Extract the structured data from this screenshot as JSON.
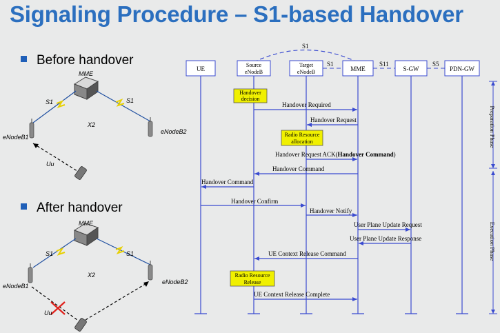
{
  "title": "Signaling Procedure – S1-based Handover",
  "before": {
    "bullet": "Before handover",
    "mme": "MME",
    "s1_left": "S1",
    "s1_right": "S1",
    "x2": "X2",
    "enb1": "eNodeB1",
    "enb2": "eNodeB2",
    "uu": "Uu"
  },
  "after": {
    "bullet": "After handover",
    "mme": "MME",
    "s1_left": "S1",
    "s1_right": "S1",
    "x2": "X2",
    "enb1": "eNodeB1",
    "enb2": "eNodeB2",
    "uu": "Uu"
  },
  "sequence": {
    "entities": {
      "ue": "UE",
      "source_line1": "Source",
      "source_line2": "eNodeB",
      "target_line1": "Target",
      "target_line2": "eNodeB",
      "mme": "MME",
      "sgw": "S-GW",
      "pdngw": "PDN-GW"
    },
    "interfaces": {
      "s1_arc": "S1",
      "s1": "S1",
      "s11": "S11",
      "s5": "S5"
    },
    "notes": {
      "handover_decision_1": "Handover",
      "handover_decision_2": "decision",
      "radio_alloc_1": "Radio Resource",
      "radio_alloc_2": "allocation",
      "radio_release_1": "Radio Resource",
      "radio_release_2": "Release"
    },
    "messages": {
      "m1": "Handover Required",
      "m2": "Handover Request",
      "m3_prefix": "Handover Request ACK(",
      "m3_bold": "Handover Command",
      "m3_suffix": ")",
      "m4": "Handover Command",
      "m5": "Handover Command",
      "m6": "Handover Confirm",
      "m7": "Handover Notify",
      "m8": "User Plane Update Request",
      "m9": "User Plane Update Response",
      "m10": "UE Context Release Command",
      "m11": "UE Context Release Complete"
    },
    "phases": {
      "preparation": "Preparation Phase",
      "execution": "Execution Phase"
    }
  }
}
